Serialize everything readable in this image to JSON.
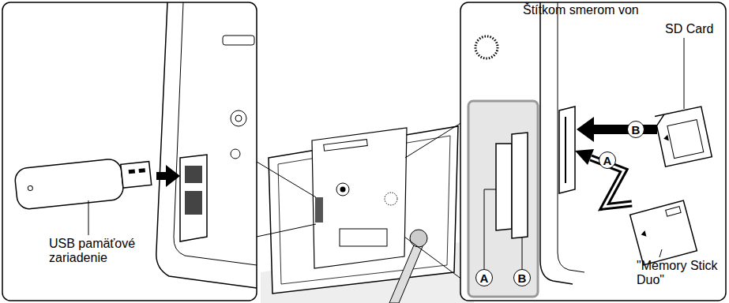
{
  "diagram": {
    "labels": [
      "Štítkom smerom von",
      "SD Card",
      "B",
      "A",
      "USB pamäťové zariadenie",
      "\"Memory Stick Duo\"",
      "A",
      "B"
    ]
  }
}
